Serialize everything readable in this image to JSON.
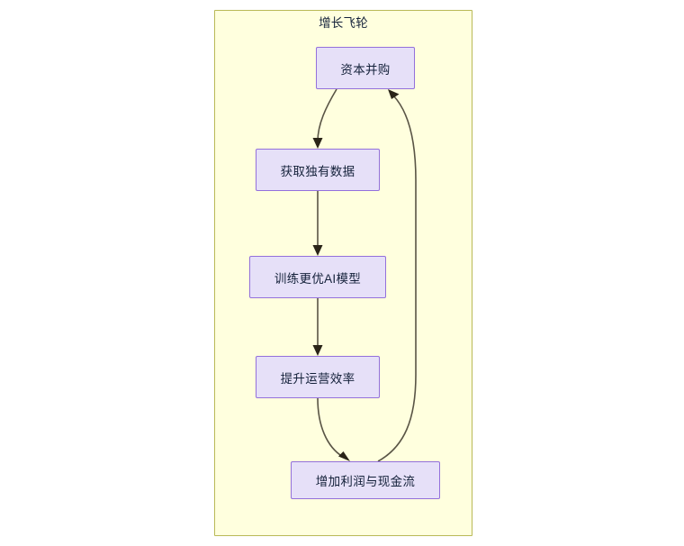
{
  "diagram": {
    "type": "flowchart",
    "direction": "top-down-cycle",
    "subgraph": {
      "title": "增长飞轮",
      "fill_color": "#ffffde",
      "border_color": "#b9b957"
    },
    "node_style": {
      "fill_color": "#e6e0f8",
      "border_color": "#9370db",
      "text_color": "#14213a"
    },
    "edge_style": {
      "line_color": "#595445",
      "arrow_color": "#2a2418"
    },
    "nodes": [
      {
        "id": "n0",
        "label": "资本并购"
      },
      {
        "id": "n1",
        "label": "获取独有数据"
      },
      {
        "id": "n2",
        "label": "训练更优AI模型"
      },
      {
        "id": "n3",
        "label": "提升运营效率"
      },
      {
        "id": "n4",
        "label": "增加利润与现金流"
      }
    ],
    "edges": [
      {
        "from": "n0",
        "to": "n1",
        "shape": "curve",
        "label": ""
      },
      {
        "from": "n1",
        "to": "n2",
        "shape": "straight",
        "label": ""
      },
      {
        "from": "n2",
        "to": "n3",
        "shape": "straight",
        "label": ""
      },
      {
        "from": "n3",
        "to": "n4",
        "shape": "curve",
        "label": ""
      },
      {
        "from": "n4",
        "to": "n0",
        "shape": "curve",
        "label": ""
      }
    ]
  }
}
